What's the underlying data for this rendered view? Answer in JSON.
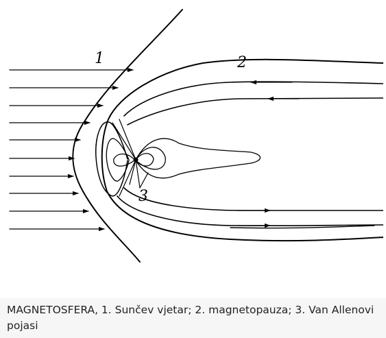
{
  "figure": {
    "labels": {
      "solar_wind": "1",
      "magnetopause": "2",
      "van_allen_belts": "3"
    }
  },
  "caption": {
    "text": "MAGNETOSFERA, 1. Sunčev vjetar; 2. magnetopauza; 3. Van Allenovi pojasi"
  },
  "colors": {
    "line": "#000000",
    "caption_background": "#f6f6f6",
    "caption_text": "#222222"
  }
}
